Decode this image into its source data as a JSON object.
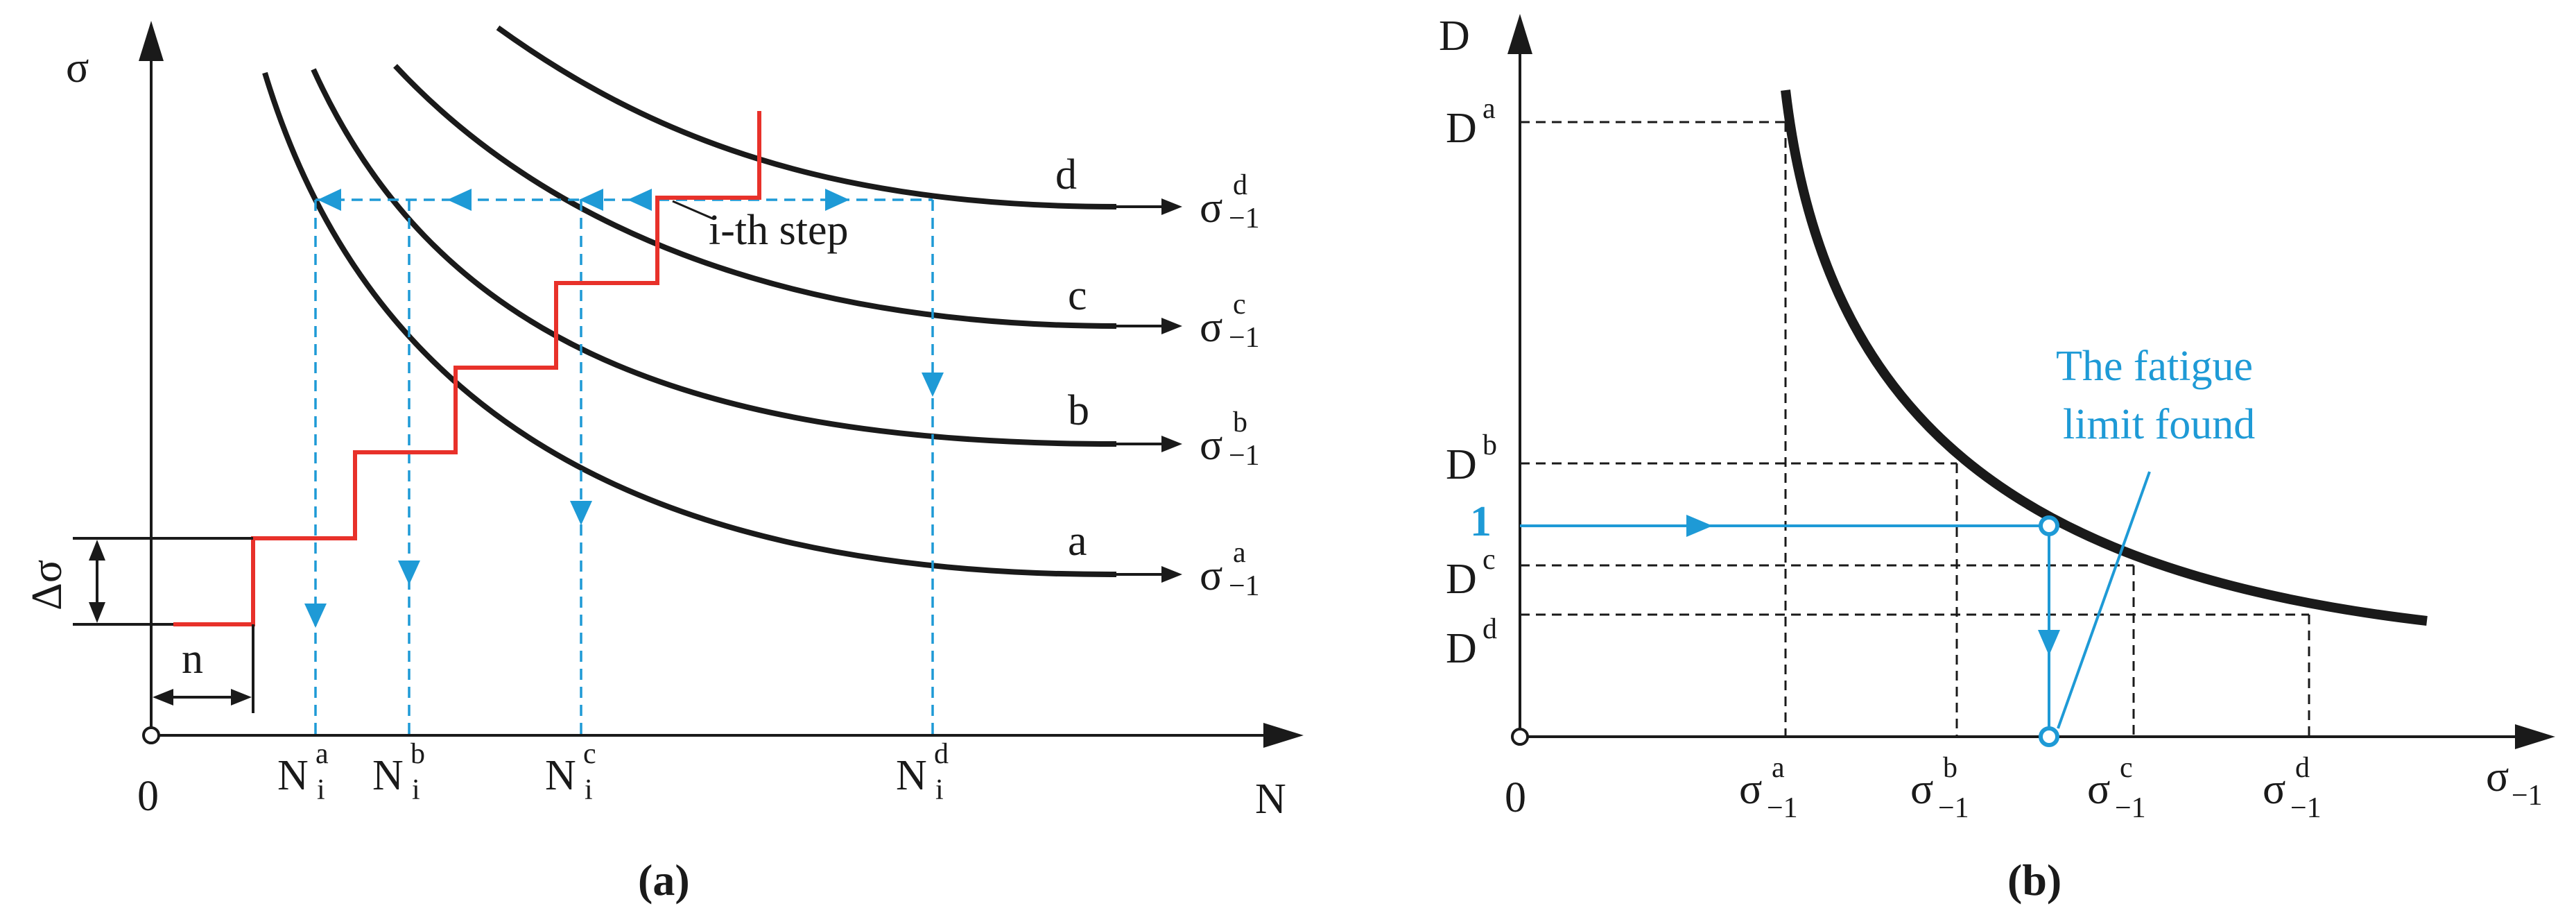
{
  "panel_a": {
    "caption": "(a)",
    "y_axis_label": "σ",
    "x_axis_label": "N",
    "origin_label": "0",
    "delta_label": "Δσ",
    "n_label": "n",
    "step_annotation": "i-th step",
    "curve_labels": [
      "a",
      "b",
      "c",
      "d"
    ],
    "limit_base": "σ",
    "limit_sub": "−1",
    "limit_sups": [
      "a",
      "b",
      "c",
      "d"
    ],
    "n_base": "N",
    "n_sub": "i",
    "n_sups": [
      "a",
      "b",
      "c",
      "d"
    ]
  },
  "panel_b": {
    "caption": "(b)",
    "y_axis_label": "D",
    "x_axis_label_base": "σ",
    "x_axis_label_sub": "−1",
    "origin_label": "0",
    "d_base": "D",
    "d_sups": [
      "a",
      "b",
      "c",
      "d"
    ],
    "sigma_base": "σ",
    "sigma_sub": "−1",
    "sigma_sups": [
      "a",
      "b",
      "c",
      "d"
    ],
    "marker_label": "1",
    "annotation_line1": "The fatigue",
    "annotation_line2": "limit found"
  },
  "colors": {
    "ink": "#1a1a1a",
    "staircase": "#e8312a",
    "construction": "#1e9ad6"
  }
}
